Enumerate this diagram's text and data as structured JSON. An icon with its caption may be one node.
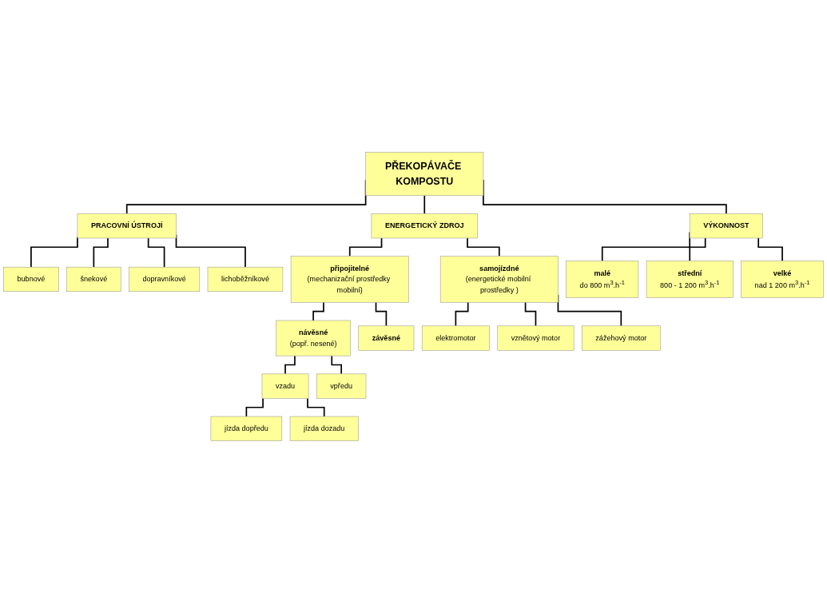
{
  "diagram": {
    "nodes": [
      {
        "text": [
          "PŘEKOPÁVAČE KOMPOSTU"
        ]
      },
      {
        "text": [
          "PRACOVNÍ ÚSTROJÍ"
        ]
      },
      {
        "text": [
          "ENERGETICKÝ ZDROJ"
        ]
      },
      {
        "text": [
          "VÝKONNOST"
        ]
      },
      {
        "text": [
          "bubnové"
        ]
      },
      {
        "text": [
          "šnekové"
        ]
      },
      {
        "text": [
          "dopravníkové"
        ]
      },
      {
        "text": [
          "lichoběžníkové"
        ]
      },
      {
        "text": [
          "připojitelné",
          "(mechanizační prostředky mobilní)"
        ]
      },
      {
        "text": [
          "samojízdné",
          "(energetické mobilní prostředky )"
        ]
      },
      {
        "text": [
          "návěsné",
          "(popř. nesené)"
        ]
      },
      {
        "text": [
          "vzadu"
        ]
      },
      {
        "text": [
          "jízda dopředu"
        ]
      },
      {
        "text": [
          "jízda dozadu"
        ]
      },
      {
        "text": [
          "vpředu"
        ]
      },
      {
        "text": [
          "závěsné"
        ]
      },
      {
        "text": [
          "elektromotor"
        ]
      },
      {
        "text": [
          "vznětový motor"
        ]
      },
      {
        "text": [
          "zážehový motor"
        ]
      },
      {
        "text": [
          "malé",
          "do 800 m$^{3}$.h$^{-1}$"
        ]
      },
      {
        "text": [
          "střední",
          "800 - 1 200 m$^{3}$.h$^{-1}$"
        ]
      },
      {
        "text": [
          "velké",
          "nad 1 200 m$^{3}$.h$^{-1}$"
        ]
      }
    ],
    "edges": [
      {
        "from": 0,
        "to": 1,
        "arrow": "none"
      },
      {
        "from": 0,
        "to": 2,
        "arrow": "none"
      },
      {
        "from": 0,
        "to": 3,
        "arrow": "none"
      },
      {
        "from": 1,
        "to": 4,
        "arrow": "none"
      },
      {
        "from": 1,
        "to": 5,
        "arrow": "none"
      },
      {
        "from": 1,
        "to": 6,
        "arrow": "none"
      },
      {
        "from": 1,
        "to": 7,
        "arrow": "none"
      },
      {
        "from": 2,
        "to": 8,
        "arrow": "none"
      },
      {
        "from": 2,
        "to": 9,
        "arrow": "none"
      },
      {
        "from": 8,
        "to": 10,
        "arrow": "none"
      },
      {
        "from": 8,
        "to": 15,
        "arrow": "none"
      },
      {
        "from": 10,
        "to": 11,
        "arrow": "none"
      },
      {
        "from": 10,
        "to": 14,
        "arrow": "none"
      },
      {
        "from": 11,
        "to": 12,
        "arrow": "none"
      },
      {
        "from": 11,
        "to": 13,
        "arrow": "none"
      },
      {
        "from": 9,
        "to": 16,
        "arrow": "none"
      },
      {
        "from": 9,
        "to": 17,
        "arrow": "none"
      },
      {
        "from": 9,
        "to": 18,
        "arrow": "none"
      },
      {
        "from": 3,
        "to": 19,
        "arrow": "none"
      },
      {
        "from": 3,
        "to": 20,
        "arrow": "none"
      },
      {
        "from": 3,
        "to": 21,
        "arrow": "none"
      }
    ]
  }
}
